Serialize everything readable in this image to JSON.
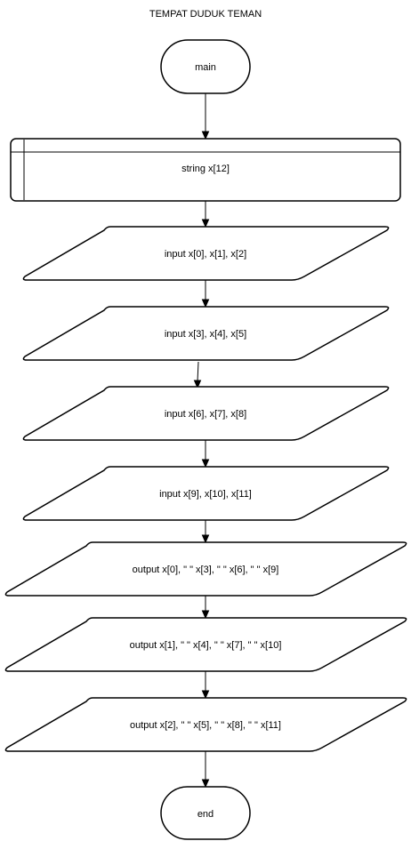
{
  "diagram": {
    "title": "TEMPAT DUDUK TEMAN",
    "nodes": {
      "start": "main",
      "declare": "string x[12]",
      "input1": "input x[0], x[1], x[2]",
      "input2": "input x[3], x[4], x[5]",
      "input3": "input x[6], x[7], x[8]",
      "input4": "input x[9], x[10], x[11]",
      "output1": "output x[0], \" \" x[3], \" \" x[6], \" \" x[9]",
      "output2": "output x[1], \" \" x[4], \" \" x[7], \" \" x[10]",
      "output3": "output x[2], \" \" x[5], \" \" x[8], \" \" x[11]",
      "end": "end"
    }
  }
}
